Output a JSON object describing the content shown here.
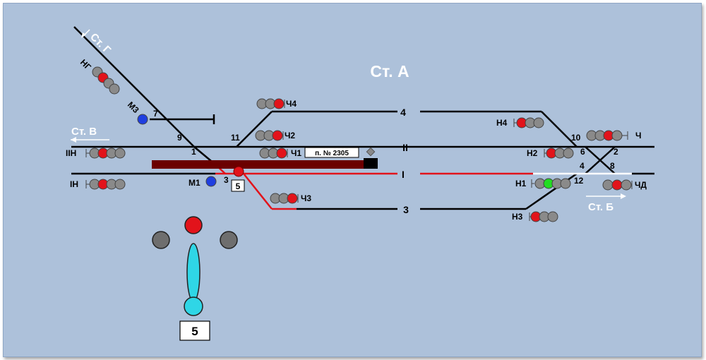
{
  "station": {
    "title": "Ст. А"
  },
  "directions": {
    "g": "Ст. Г",
    "v": "Ст. В",
    "b": "Ст. Б"
  },
  "tracks": {
    "t4": "4",
    "tII": "II",
    "tI": "I",
    "t3": "3"
  },
  "switches": {
    "s1": "1",
    "s3": "3",
    "s7": "7",
    "s9": "9",
    "s11": "11",
    "s10": "10",
    "s6": "6",
    "s2": "2",
    "s4": "4",
    "s8": "8",
    "s12": "12"
  },
  "signals": {
    "ng": "НГ",
    "m3": "М3",
    "iin": "IIН",
    "in": "IН",
    "m1": "М1",
    "ch4": "Ч4",
    "ch2": "Ч2",
    "ch1": "Ч1",
    "ch3": "Ч3",
    "n4": "Н4",
    "n2": "Н2",
    "n1": "Н1",
    "n3": "Н3",
    "ch": "Ч",
    "chd": "ЧД"
  },
  "train": {
    "label": "п. № 2305"
  },
  "route_marker": "5",
  "selected_signal": {
    "number": "5"
  },
  "colors": {
    "background": "#adc1da",
    "track": "#000000",
    "route": "#e2131b",
    "free": "#ffffff",
    "train": "#6b0000",
    "lamp_off": "#8a8a8a",
    "lamp_red": "#e2131b",
    "lamp_green": "#22dd22",
    "shunt_blue": "#1f3fe0",
    "cyan": "#2fd6e6"
  }
}
